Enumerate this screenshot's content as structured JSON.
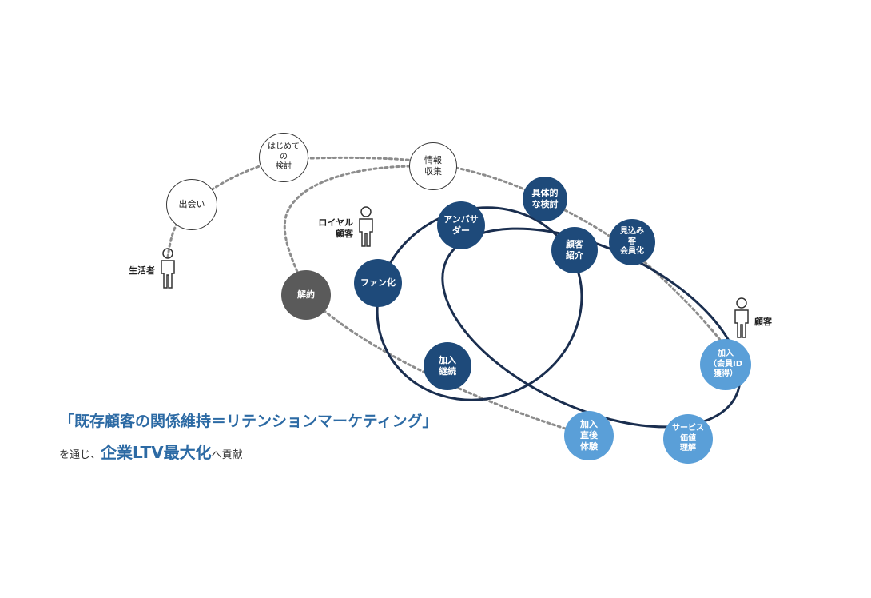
{
  "nodes": {
    "deai": "出会い",
    "hajimete": "はじめて\nの\n検討",
    "joho": "情報\n収集",
    "gutai": "具体的\nな検討",
    "mikomi": "見込み\n客\n会員化",
    "kokyaku_shokai": "顧客\n紹介",
    "ambassador": "アンバサ\nダー",
    "fan": "ファン化",
    "kaiyaku": "解約",
    "kanyu_keizoku": "加入\n継続",
    "kanyu_chokugo": "加入\n直後\n体験",
    "service": "サービス\n価値\n理解",
    "kanyu_id": "加入\n（会員ID\n獲得）"
  },
  "people": {
    "seikatsusha": "生活者",
    "royal": "ロイヤル\n顧客",
    "kokyaku": "顧客"
  },
  "tagline": "「既存顧客の関係維持＝リテンションマーケティング」",
  "subline": {
    "prefix": "を通じ、",
    "emphasis": "企業LTV最大化",
    "suffix": "へ貢献"
  },
  "colors": {
    "dark_node": "#1e4a7a",
    "light_node": "#5a9fd8",
    "churn_node": "#5a5a5a",
    "loop_line": "#1a2e4f",
    "dotted_path": "#8c8c8c",
    "accent_text": "#2c6aa4"
  }
}
